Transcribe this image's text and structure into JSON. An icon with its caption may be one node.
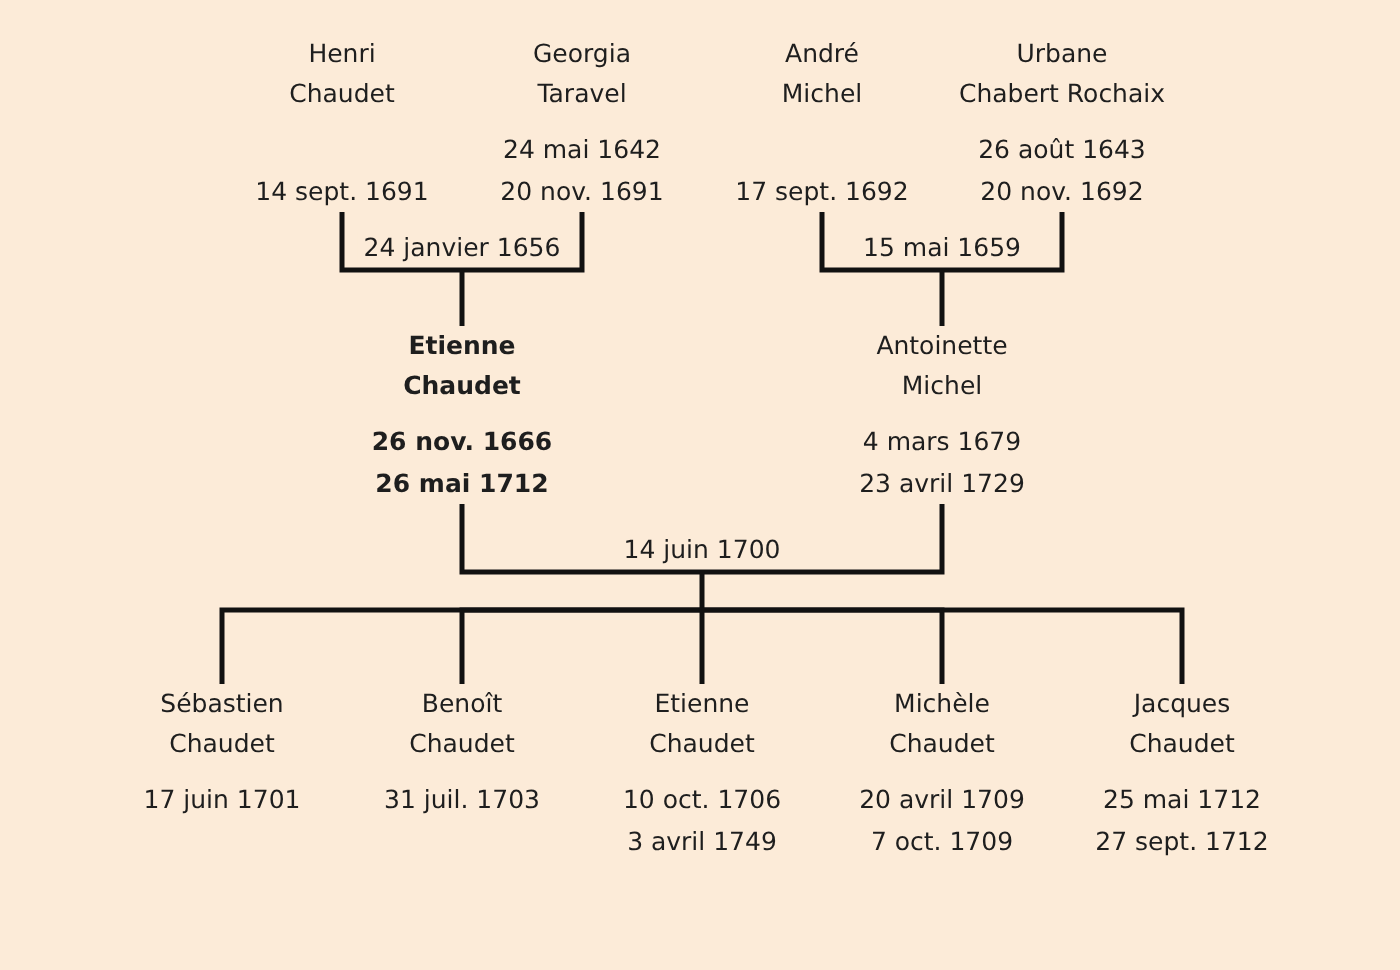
{
  "diagram": {
    "nodes": [
      {
        "text": [
          "Henri Chaudet",
          "14 sept. 1691"
        ]
      },
      {
        "text": [
          "Georgia Taravel",
          "24 mai 1642",
          "20 nov. 1691"
        ]
      },
      {
        "text": [
          "André Michel",
          "17 sept. 1692"
        ]
      },
      {
        "text": [
          "Urbane Chabert Rochaix",
          "26 août 1643",
          "20 nov. 1692"
        ]
      },
      {
        "text": [
          "Etienne Chaudet",
          "26 nov. 1666",
          "26 mai 1712"
        ]
      },
      {
        "text": [
          "Antoinette Michel",
          "4 mars 1679",
          "23 avril 1729"
        ]
      },
      {
        "text": [
          "Sébastien Chaudet",
          "17 juin 1701"
        ]
      },
      {
        "text": [
          "Benoît Chaudet",
          "31 juil. 1703"
        ]
      },
      {
        "text": [
          "Etienne Chaudet",
          "10 oct. 1706",
          "3 avril 1749"
        ]
      },
      {
        "text": [
          "Michèle Chaudet",
          "20 avril 1709",
          "7 oct. 1709"
        ]
      },
      {
        "text": [
          "Jacques Chaudet",
          "25 mai 1712",
          "27 sept. 1712"
        ]
      }
    ],
    "edges": [
      {
        "from": 0,
        "to": 1,
        "arrow": "none",
        "label": "24 janvier 1656"
      },
      {
        "from": 0,
        "to": 4,
        "arrow": "none"
      },
      {
        "from": 1,
        "to": 4,
        "arrow": "none"
      },
      {
        "from": 2,
        "to": 3,
        "arrow": "none",
        "label": "15 mai 1659"
      },
      {
        "from": 2,
        "to": 5,
        "arrow": "none"
      },
      {
        "from": 3,
        "to": 5,
        "arrow": "none"
      },
      {
        "from": 4,
        "to": 5,
        "arrow": "none",
        "label": "14 juin 1700"
      },
      {
        "from": 4,
        "to": 6,
        "arrow": "none"
      },
      {
        "from": 4,
        "to": 7,
        "arrow": "none"
      },
      {
        "from": 4,
        "to": 8,
        "arrow": "none"
      },
      {
        "from": 4,
        "to": 9,
        "arrow": "none"
      },
      {
        "from": 4,
        "to": 10,
        "arrow": "none"
      },
      {
        "from": 5,
        "to": 6,
        "arrow": "none"
      },
      {
        "from": 5,
        "to": 7,
        "arrow": "none"
      },
      {
        "from": 5,
        "to": 8,
        "arrow": "none"
      },
      {
        "from": 5,
        "to": 9,
        "arrow": "none"
      },
      {
        "from": 5,
        "to": 10,
        "arrow": "none"
      }
    ]
  }
}
